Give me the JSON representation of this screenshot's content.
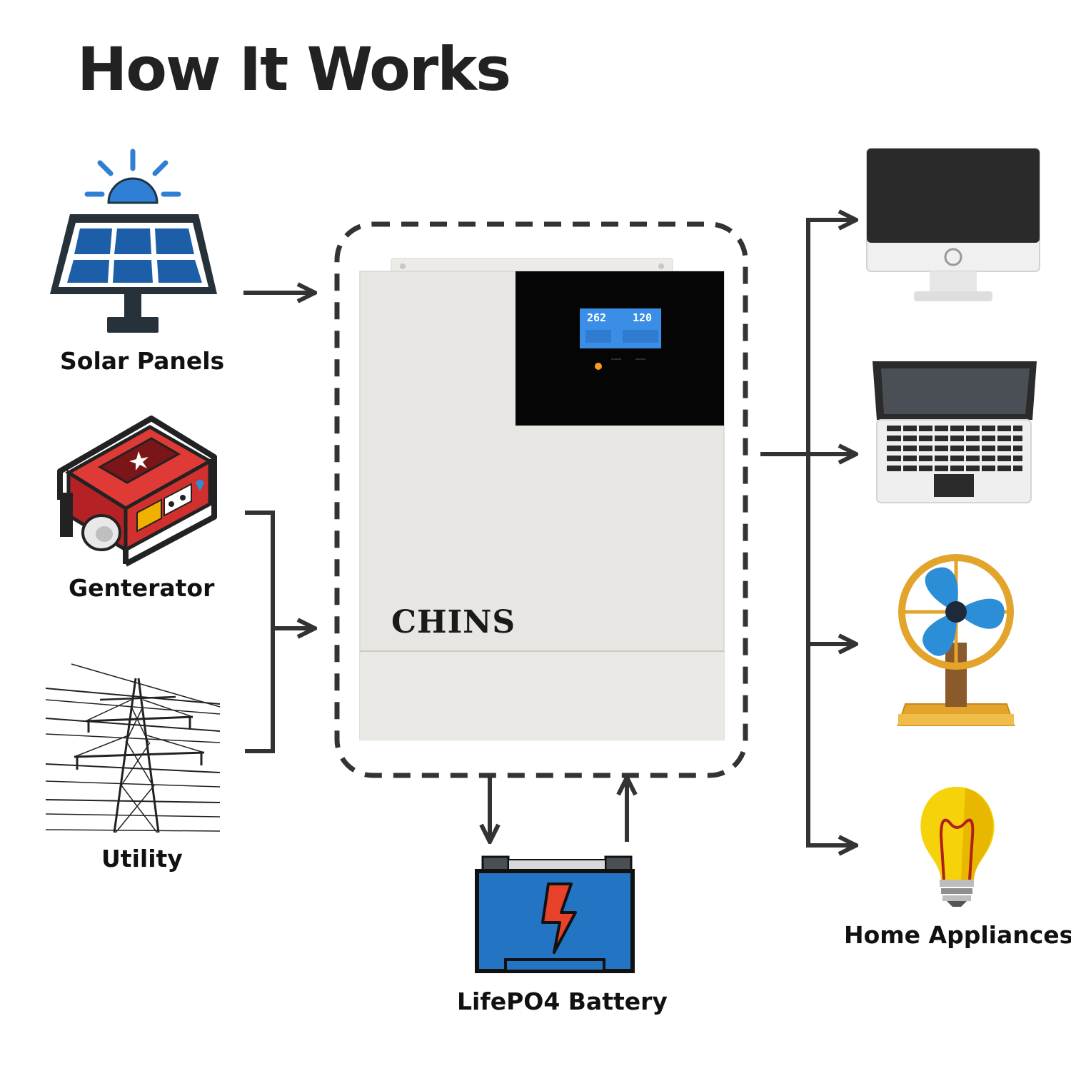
{
  "title": "How It Works",
  "sources": [
    {
      "label": "Solar Panels",
      "icon": "solar-panel-icon"
    },
    {
      "label": "Genterator",
      "icon": "generator-icon"
    },
    {
      "label": "Utility",
      "icon": "power-tower-icon"
    }
  ],
  "inverter": {
    "brand": "CHINS",
    "display_left": "262",
    "display_right": "120",
    "icon": "inverter-icon"
  },
  "battery": {
    "label": "LifePO4 Battery",
    "icon": "battery-icon"
  },
  "outputs": {
    "label": "Home Appliances",
    "items": [
      {
        "icon": "desktop-monitor-icon"
      },
      {
        "icon": "laptop-icon"
      },
      {
        "icon": "fan-icon"
      },
      {
        "icon": "light-bulb-icon"
      }
    ]
  },
  "colors": {
    "text": "#222222",
    "arrow": "#333333",
    "solar_blue": "#1c5fa8",
    "generator_red": "#c9282c",
    "battery_blue": "#2474c4",
    "fan_blue": "#2c8ed6",
    "bulb_yellow": "#f5d20a",
    "inverter_body": "#e8e6e2"
  }
}
